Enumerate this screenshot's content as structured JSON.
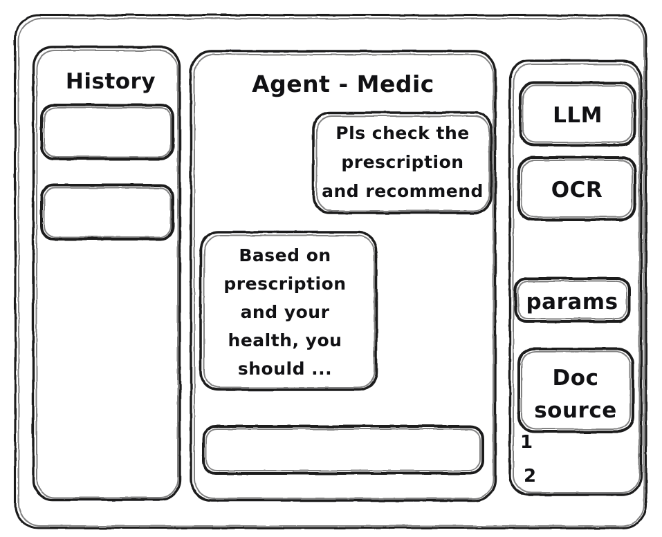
{
  "window": {
    "name": "app-window"
  },
  "sidebar_left": {
    "title": "History",
    "items": [
      {
        "label": "",
        "name": "history-item-1"
      },
      {
        "label": "",
        "name": "history-item-2"
      }
    ]
  },
  "main": {
    "title": "Agent - Medic",
    "messages": [
      {
        "role": "user",
        "lines": [
          "Pls check the",
          "prescription",
          "and recommend"
        ]
      },
      {
        "role": "assistant",
        "lines": [
          "Based on",
          "prescription",
          "and your",
          "health, you",
          "should ..."
        ]
      }
    ],
    "composer": {
      "value": "",
      "placeholder": ""
    }
  },
  "sidebar_right": {
    "tools": [
      {
        "label": "LLM",
        "name": "tool-llm"
      },
      {
        "label": "OCR",
        "name": "tool-ocr"
      }
    ],
    "params": {
      "label": "params"
    },
    "doc_source": {
      "lines": [
        "Doc",
        "source"
      ],
      "entries": [
        "1",
        "2"
      ]
    }
  },
  "style": {
    "stroke": "#1b1b1e",
    "background": "#ffffff"
  }
}
